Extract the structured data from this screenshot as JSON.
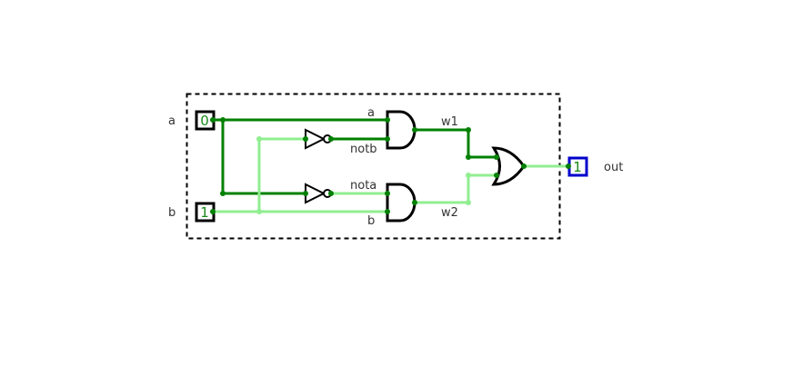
{
  "colors": {
    "wire_high": "#008000",
    "wire_low": "#90ee90",
    "gate_stroke": "#000000",
    "output_pin_border": "#0000cc",
    "pin_value": "#1a8a1a",
    "label": "#333333",
    "boundary": "#000000"
  },
  "inputs": [
    {
      "name": "a",
      "value": "0",
      "wire_state": "high"
    },
    {
      "name": "b",
      "value": "1",
      "wire_state": "low"
    }
  ],
  "output": {
    "name": "out",
    "value": "1",
    "wire_state": "low"
  },
  "gates": [
    {
      "type": "NOT",
      "id": "not-b",
      "output_label": "notb"
    },
    {
      "type": "NOT",
      "id": "not-a",
      "output_label": "nota"
    },
    {
      "type": "AND",
      "id": "and-top",
      "input_labels": [
        "a",
        "notb"
      ],
      "output_label": "w1"
    },
    {
      "type": "AND",
      "id": "and-bottom",
      "input_labels": [
        "nota",
        "b"
      ],
      "output_label": "w2"
    },
    {
      "type": "OR",
      "id": "or-out"
    }
  ],
  "labels": {
    "a_tunnel": "a",
    "notb": "notb",
    "nota": "nota",
    "b_tunnel": "b",
    "w1": "w1",
    "w2": "w2"
  }
}
